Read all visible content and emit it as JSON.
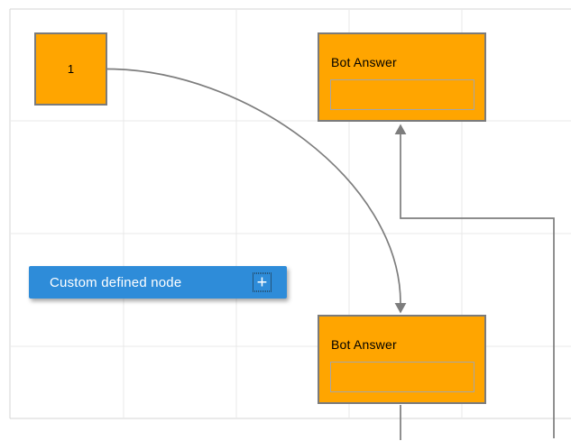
{
  "diagram": {
    "nodes": {
      "square": {
        "label": "1",
        "fill": "#FFA500",
        "border": "#7b7b7b",
        "text_color": "#000000"
      },
      "bot_answer_top": {
        "title": "Bot Answer",
        "fill": "#FFA500",
        "border": "#7b7b7b",
        "text_color": "#000000"
      },
      "bot_answer_bottom": {
        "title": "Bot Answer",
        "fill": "#FFA500",
        "border": "#7b7b7b",
        "text_color": "#000000"
      },
      "custom": {
        "label": "Custom defined node",
        "add_button": "+",
        "fill": "#2E8CD9",
        "text_color": "#ffffff"
      }
    },
    "connector_color": "#7d7d7d",
    "grid": {
      "line_color": "#e9e9e9",
      "border_color": "#d6d6d6",
      "background": "#ffffff"
    }
  }
}
